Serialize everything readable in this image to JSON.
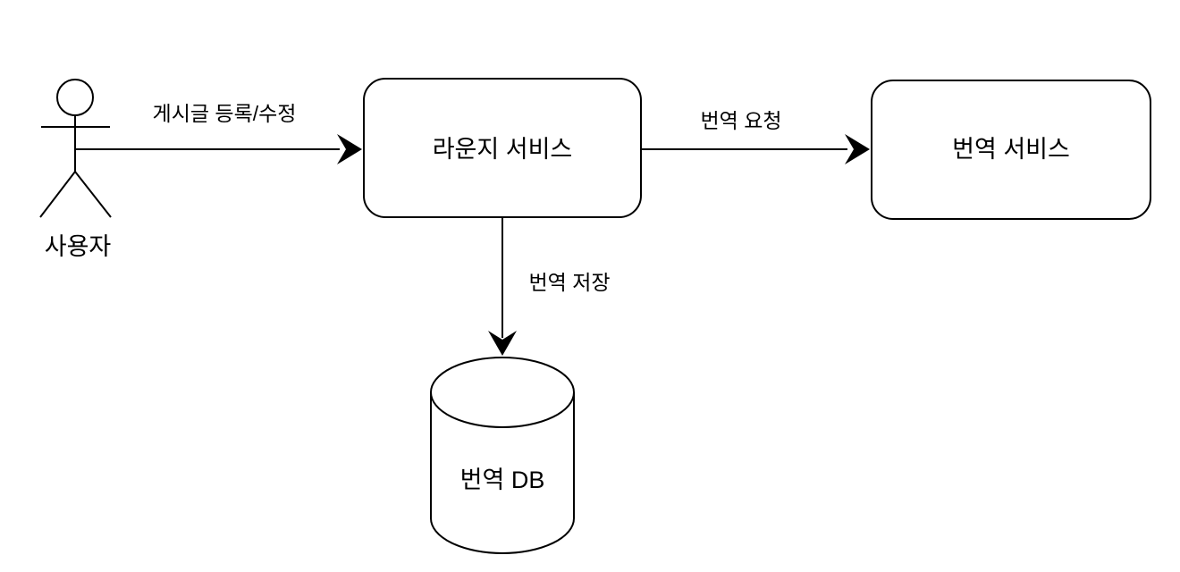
{
  "diagram": {
    "type": "architecture-flow",
    "colors": {
      "background": "#ffffff",
      "stroke": "#000000",
      "text": "#000000"
    },
    "actor": {
      "label": "사용자"
    },
    "nodes": [
      {
        "id": "lounge-service",
        "shape": "rounded-rect",
        "label": "라운지 서비스"
      },
      {
        "id": "translation-service",
        "shape": "rounded-rect",
        "label": "번역 서비스"
      },
      {
        "id": "translation-db",
        "shape": "cylinder",
        "label": "번역 DB"
      }
    ],
    "edges": [
      {
        "from": "actor",
        "to": "lounge-service",
        "label": "게시글 등록/수정",
        "direction": "right"
      },
      {
        "from": "lounge-service",
        "to": "translation-service",
        "label": "번역 요청",
        "direction": "right"
      },
      {
        "from": "lounge-service",
        "to": "translation-db",
        "label": "번역 저장",
        "direction": "down"
      }
    ]
  }
}
